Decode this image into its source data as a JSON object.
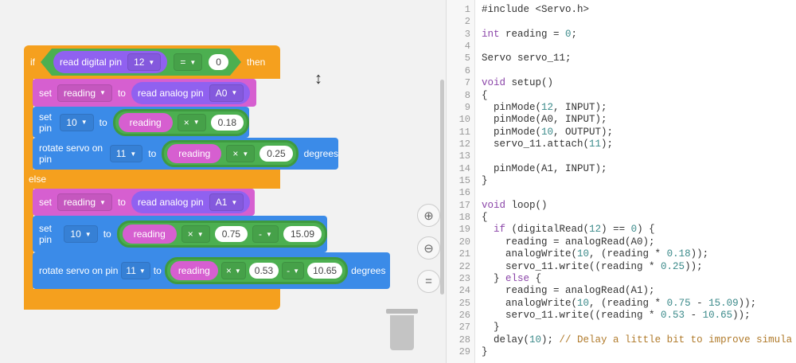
{
  "blocks": {
    "if_label": "if",
    "then_label": "then",
    "else_label": "else",
    "condition": {
      "read_label": "read digital pin",
      "pin": "12",
      "op": "=",
      "value": "0"
    },
    "if_body": [
      {
        "set_label": "set",
        "var": "reading",
        "to": "to",
        "read_label": "read analog pin",
        "pin": "A0"
      },
      {
        "label": "set pin",
        "pin": "10",
        "to": "to",
        "var": "reading",
        "op": "×",
        "value": "0.18"
      },
      {
        "label": "rotate servo on pin",
        "pin": "11",
        "to": "to",
        "var": "reading",
        "op": "×",
        "value": "0.25",
        "suffix": "degrees"
      }
    ],
    "else_body": [
      {
        "set_label": "set",
        "var": "reading",
        "to": "to",
        "read_label": "read analog pin",
        "pin": "A1"
      },
      {
        "label": "set pin",
        "pin": "10",
        "to": "to",
        "var": "reading",
        "op": "×",
        "value": "0.75",
        "op2": "-",
        "value2": "15.09"
      },
      {
        "label": "rotate servo on pin",
        "pin": "11",
        "to": "to",
        "var": "reading",
        "op": "×",
        "value": "0.53",
        "op2": "-",
        "value2": "10.65",
        "suffix": "degrees"
      }
    ]
  },
  "controls": {
    "zoom_in": "zoom-in",
    "zoom_out": "zoom-out",
    "fit": "="
  },
  "code": [
    [
      [
        "#include <Servo.h>",
        ""
      ]
    ],
    [],
    [
      [
        "int",
        "kw"
      ],
      [
        " reading = ",
        ""
      ],
      [
        "0",
        "num"
      ],
      [
        ";",
        ""
      ]
    ],
    [],
    [
      [
        "Servo servo_11;",
        ""
      ]
    ],
    [],
    [
      [
        "void",
        "kw"
      ],
      [
        " setup()",
        ""
      ]
    ],
    [
      [
        "{",
        ""
      ]
    ],
    [
      [
        "  pinMode(",
        ""
      ],
      [
        "12",
        "num"
      ],
      [
        ", INPUT);",
        ""
      ]
    ],
    [
      [
        "  pinMode(A0, INPUT);",
        ""
      ]
    ],
    [
      [
        "  pinMode(",
        ""
      ],
      [
        "10",
        "num"
      ],
      [
        ", OUTPUT);",
        ""
      ]
    ],
    [
      [
        "  servo_11.attach(",
        ""
      ],
      [
        "11",
        "num"
      ],
      [
        ");",
        ""
      ]
    ],
    [],
    [
      [
        "  pinMode(A1, INPUT);",
        ""
      ]
    ],
    [
      [
        "}",
        ""
      ]
    ],
    [],
    [
      [
        "void",
        "kw"
      ],
      [
        " loop()",
        ""
      ]
    ],
    [
      [
        "{",
        ""
      ]
    ],
    [
      [
        "  ",
        ""
      ],
      [
        "if",
        "kw"
      ],
      [
        " (digitalRead(",
        ""
      ],
      [
        "12",
        "num"
      ],
      [
        ") == ",
        ""
      ],
      [
        "0",
        "num"
      ],
      [
        ") {",
        ""
      ]
    ],
    [
      [
        "    reading = analogRead(A0);",
        ""
      ]
    ],
    [
      [
        "    analogWrite(",
        ""
      ],
      [
        "10",
        "num"
      ],
      [
        ", (reading * ",
        ""
      ],
      [
        "0.18",
        "num"
      ],
      [
        "));",
        ""
      ]
    ],
    [
      [
        "    servo_11.write((reading * ",
        ""
      ],
      [
        "0.25",
        "num"
      ],
      [
        "));",
        ""
      ]
    ],
    [
      [
        "  } ",
        ""
      ],
      [
        "else",
        "kw"
      ],
      [
        " {",
        ""
      ]
    ],
    [
      [
        "    reading = analogRead(A1);",
        ""
      ]
    ],
    [
      [
        "    analogWrite(",
        ""
      ],
      [
        "10",
        "num"
      ],
      [
        ", (reading * ",
        ""
      ],
      [
        "0.75",
        "num"
      ],
      [
        " - ",
        ""
      ],
      [
        "15.09",
        "num"
      ],
      [
        "));",
        ""
      ]
    ],
    [
      [
        "    servo_11.write((reading * ",
        ""
      ],
      [
        "0.53",
        "num"
      ],
      [
        " - ",
        ""
      ],
      [
        "10.65",
        "num"
      ],
      [
        "));",
        ""
      ]
    ],
    [
      [
        "  }",
        ""
      ]
    ],
    [
      [
        "  delay(",
        ""
      ],
      [
        "10",
        "num"
      ],
      [
        "); ",
        ""
      ],
      [
        "// Delay a little bit to improve simula",
        "cm"
      ]
    ],
    [
      [
        "}",
        ""
      ]
    ]
  ]
}
